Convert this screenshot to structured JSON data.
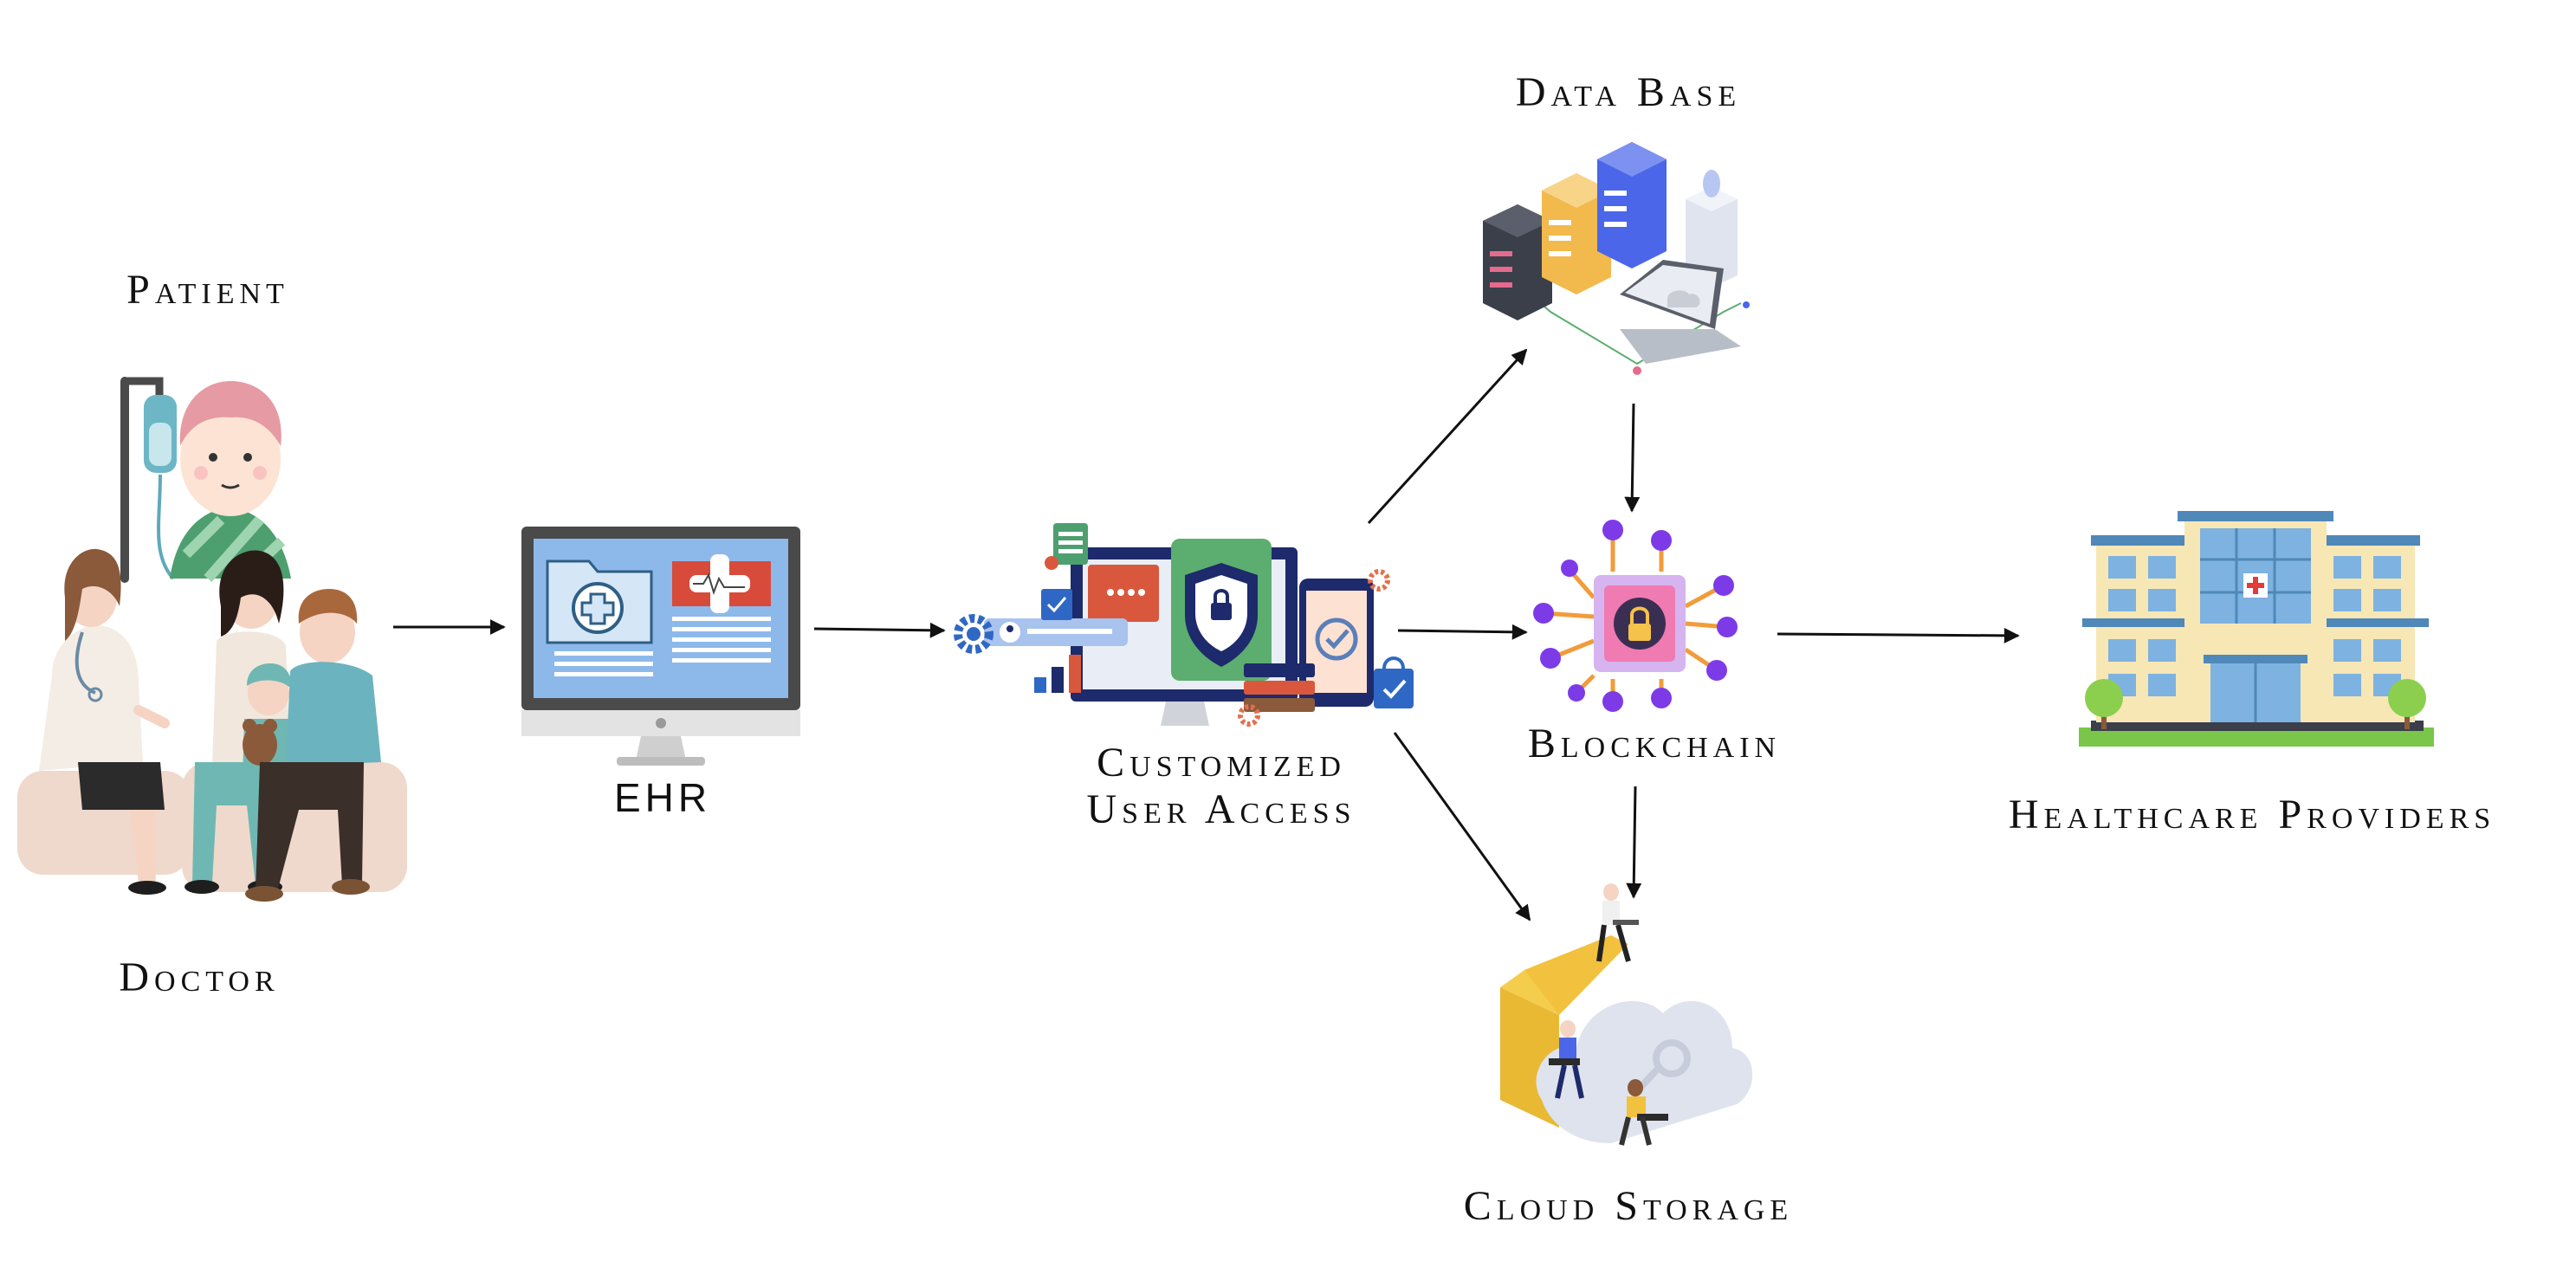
{
  "nodes": {
    "patient": {
      "label": "Patient"
    },
    "doctor": {
      "label": "Doctor"
    },
    "ehr": {
      "label": "EHR"
    },
    "access": {
      "label_line1": "Customized",
      "label_line2": "User Access"
    },
    "database": {
      "label": "Data Base"
    },
    "blockchain": {
      "label": "Blockchain"
    },
    "cloud": {
      "label": "Cloud Storage"
    },
    "providers": {
      "label": "Healthcare Providers"
    }
  },
  "edges": [
    {
      "from": "patient-doctor",
      "to": "ehr"
    },
    {
      "from": "ehr",
      "to": "customized-user-access"
    },
    {
      "from": "customized-user-access",
      "to": "data-base"
    },
    {
      "from": "customized-user-access",
      "to": "blockchain"
    },
    {
      "from": "customized-user-access",
      "to": "cloud-storage"
    },
    {
      "from": "data-base",
      "to": "blockchain"
    },
    {
      "from": "blockchain",
      "to": "cloud-storage"
    },
    {
      "from": "blockchain",
      "to": "healthcare-providers"
    }
  ],
  "colors": {
    "arrow": "#111111",
    "label": "#111111"
  }
}
